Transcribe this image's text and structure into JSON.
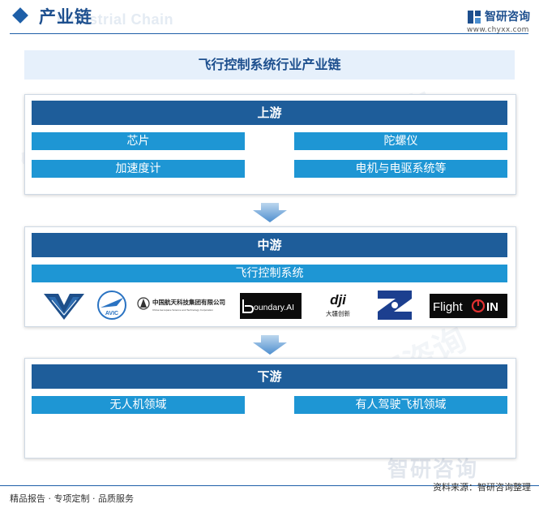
{
  "header": {
    "title": "产业链",
    "watermark": "Industrial Chain"
  },
  "logo": {
    "name": "智研咨询",
    "url": "www.chyxx.com"
  },
  "diagram": {
    "title": "飞行控制系统行业产业链"
  },
  "upstream": {
    "label": "上游",
    "items": [
      "芯片",
      "陀螺仪",
      "加速度计",
      "电机与电驱系统等"
    ]
  },
  "midstream": {
    "label": "中游",
    "item": "飞行控制系统",
    "companies": [
      {
        "icon": "chevron-wing-logo"
      },
      {
        "icon": "avic-logo",
        "text": "AVIC"
      },
      {
        "icon": "casic-logo",
        "text": "中国航天科技集团有限公司",
        "sub": "China Aerospace Science and Technology Corporation"
      },
      {
        "icon": "boundary-ai-logo",
        "text": "oundary.AI"
      },
      {
        "icon": "dji-logo",
        "text": "dji",
        "sub": "大疆创新"
      },
      {
        "icon": "z-shape-logo"
      },
      {
        "icon": "flightin-logo",
        "text": "Flight",
        "suffix": "IN"
      }
    ]
  },
  "downstream": {
    "label": "下游",
    "items": [
      "无人机领域",
      "有人驾驶飞机领域"
    ]
  },
  "watermark": {
    "text": "智研咨询"
  },
  "footer": {
    "left": "精品报告 · 专项定制 · 品质服务",
    "right": "资料来源：智研咨询整理"
  },
  "colors": {
    "stage": "#1e5d9a",
    "box": "#1e96d4",
    "title_bg": "#e6f0fb",
    "accent": "#1d4f8e"
  }
}
